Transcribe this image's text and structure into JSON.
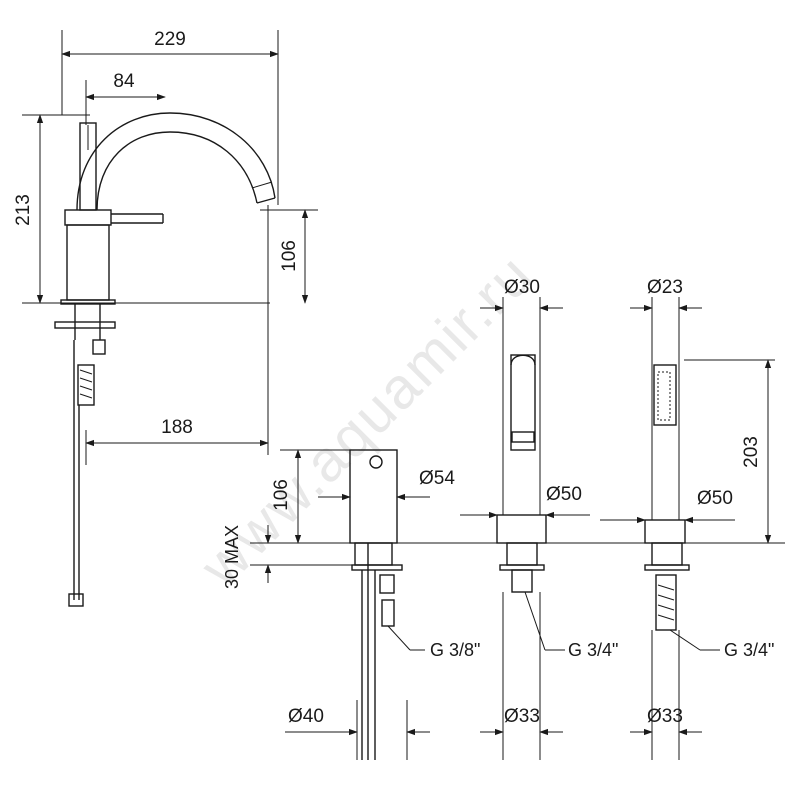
{
  "watermark": "www.aquamir.ru",
  "colors": {
    "line": "#1a1a1a",
    "background": "#ffffff",
    "watermark": "#e8e8e8"
  },
  "dimensions": {
    "width_total": "229",
    "width_spout": "84",
    "height_total": "213",
    "height_spout": "106",
    "reach": "188",
    "block_height": "106",
    "deck_max": "30 MAX",
    "handshower_length": "203"
  },
  "diameters": {
    "spout_tip": "Ø30",
    "handshower": "Ø23",
    "block_body": "Ø54",
    "spout_base": "Ø50",
    "shower_base": "Ø50",
    "block_hole": "Ø40",
    "spout_hole": "Ø33",
    "shower_hole": "Ø33"
  },
  "threads": {
    "block": "G 3/8\"",
    "spout": "G 3/4\"",
    "shower": "G  3/4\""
  }
}
